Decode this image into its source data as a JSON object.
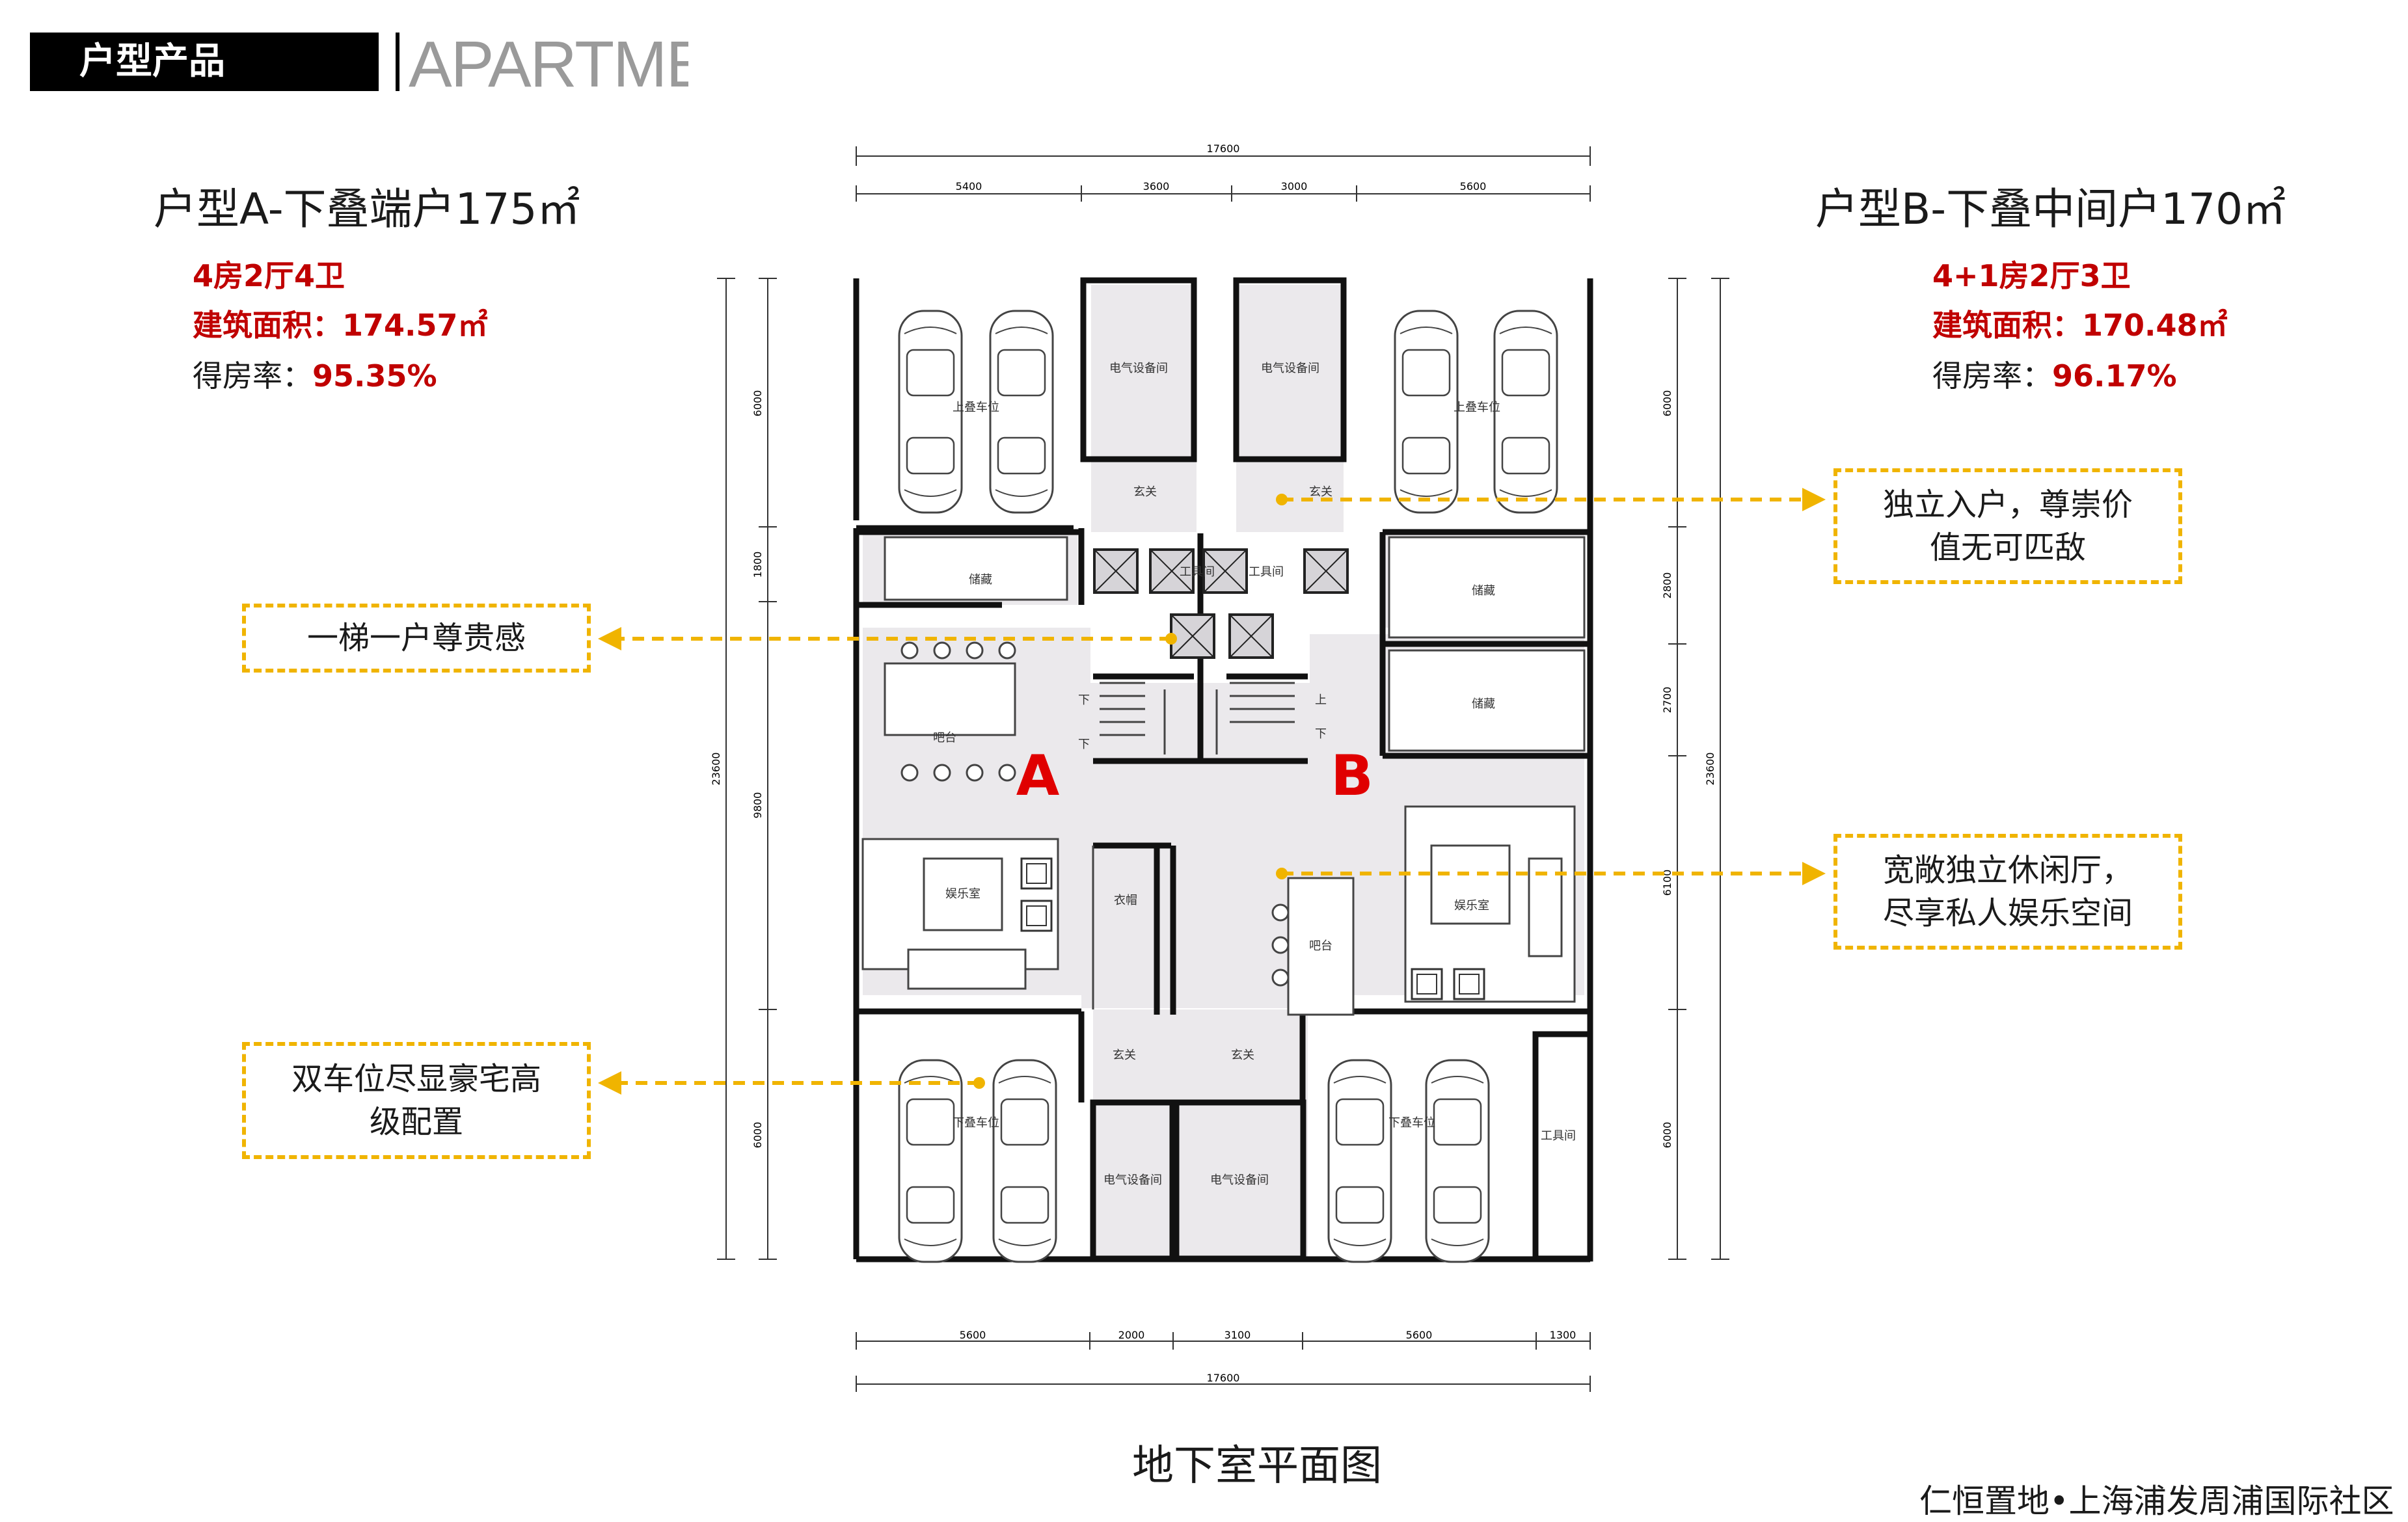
{
  "header": {
    "tag": "户型产品",
    "tag_en": "APARTMEI"
  },
  "unit_a": {
    "title": "户型A-下叠端户175㎡",
    "layout": "4房2厅4卫",
    "area_label": "建筑面积：",
    "area_value": "174.57㎡",
    "ratio_label": "得房率：",
    "ratio_value": "95.35%",
    "marker": "A"
  },
  "unit_b": {
    "title": "户型B-下叠中间户170㎡",
    "layout": "4+1房2厅3卫",
    "area_label": "建筑面积：",
    "area_value": "170.48㎡",
    "ratio_label": "得房率：",
    "ratio_value": "96.17%",
    "marker": "B"
  },
  "callouts": {
    "elevator": "一梯一户尊贵感",
    "parking_line1": "双车位尽显豪宅高",
    "parking_line2": "级配置",
    "entry_line1": "独立入户，尊崇价",
    "entry_line2": "值无可匹敌",
    "lounge_line1": "宽敞独立休闲厅，",
    "lounge_line2": "尽享私人娱乐空间"
  },
  "plan": {
    "dims_top_total": "17600",
    "dims_top": [
      "5400",
      "3600",
      "3000",
      "5600"
    ],
    "dims_bottom": [
      "5600",
      "2000",
      "3100",
      "5600",
      "1300"
    ],
    "dims_bottom_total": "17600",
    "dims_left": [
      "6000",
      "1800",
      "9800",
      "6000"
    ],
    "dims_left_total": "23600",
    "dims_right": [
      "6000",
      "2800",
      "2700",
      "6100",
      "6000"
    ],
    "dims_right_total": "23600",
    "labels": {
      "parking_upper": "上叠车位",
      "parking_lower": "下叠车位",
      "electrical_room": "电气设备间",
      "foyer": "玄关",
      "tool_room": "工具间",
      "storage": "储藏",
      "bar": "吧台",
      "entertainment": "娱乐室",
      "cloakroom": "衣帽",
      "down": "下",
      "up": "上"
    }
  },
  "caption": "地下室平面图",
  "credit": "仁恒置地•上海浦发周浦国际社区",
  "colors": {
    "accent_red": "#c00000",
    "callout_yellow": "#f0b400",
    "room_fill": "#ebe9ec"
  }
}
